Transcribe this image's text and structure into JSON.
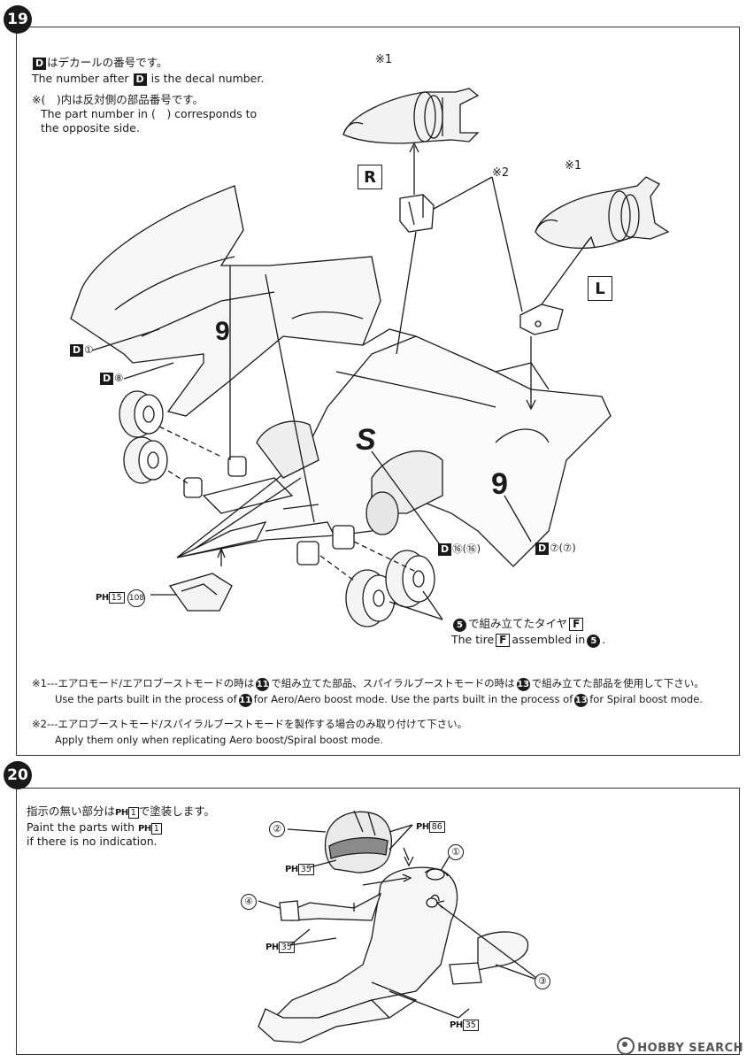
{
  "step19": {
    "number": "19",
    "decal_note_jp": "はデカールの番号です。",
    "decal_note_en_before": "The number after",
    "decal_note_en_after": "is the decal number.",
    "decal_letter": "D",
    "opposite_note_jp": "※(　)内は反対側の部品番号です。",
    "opposite_note_en_1": "The part number in (　) corresponds to",
    "opposite_note_en_2": "the opposite side.",
    "side_r": "R",
    "side_l": "L",
    "ref1_top": "※1",
    "ref1_right": "※1",
    "ref2": "※2",
    "callouts": {
      "d1": "①",
      "d8": "⑧",
      "d16": "⑯(⑯)",
      "d7": "⑦(⑦)",
      "ph_a": "15",
      "ph_b": "108"
    },
    "tire_note_jp_num": "5",
    "tire_note_jp": "で組み立てたタイヤ",
    "tire_letter": "F",
    "tire_note_en_before": "The tire",
    "tire_note_en_after": "assembled in",
    "tire_note_en_num": "5",
    "note1_jp_a": "※1---エアロモード/エアロブーストモードの時は",
    "note1_jp_num_a": "11",
    "note1_jp_b": "で組み立てた部品、スパイラルブーストモードの時は",
    "note1_jp_num_b": "13",
    "note1_jp_c": "で組み立てた部品を使用して下さい。",
    "note1_en_a": "Use the parts built in the process of",
    "note1_en_num_a": "11",
    "note1_en_b": "for Aero/Aero boost mode. Use the parts built in the process of",
    "note1_en_num_b": "13",
    "note1_en_c": "for Spiral boost mode.",
    "note2_jp": "※2---エアロブーストモード/スパイラルブーストモードを製作する場合のみ取り付けて下さい。",
    "note2_en": "Apply them only when replicating Aero boost/Spiral boost mode."
  },
  "step20": {
    "number": "20",
    "paint_jp_a": "指示の無い部分は",
    "paint_jp_b": "で塗装します。",
    "paint_en_a": "Paint the parts with",
    "paint_en_b": "if there is no indication.",
    "paint_code": "1",
    "part_numbers": [
      "①",
      "②",
      "③",
      "④"
    ],
    "ph_codes": {
      "helmet_visor": "86",
      "helmet": "35",
      "suit": "35",
      "boots": "35"
    }
  },
  "ph_prefix": "PH",
  "watermark": "HOBBY SEARCH"
}
